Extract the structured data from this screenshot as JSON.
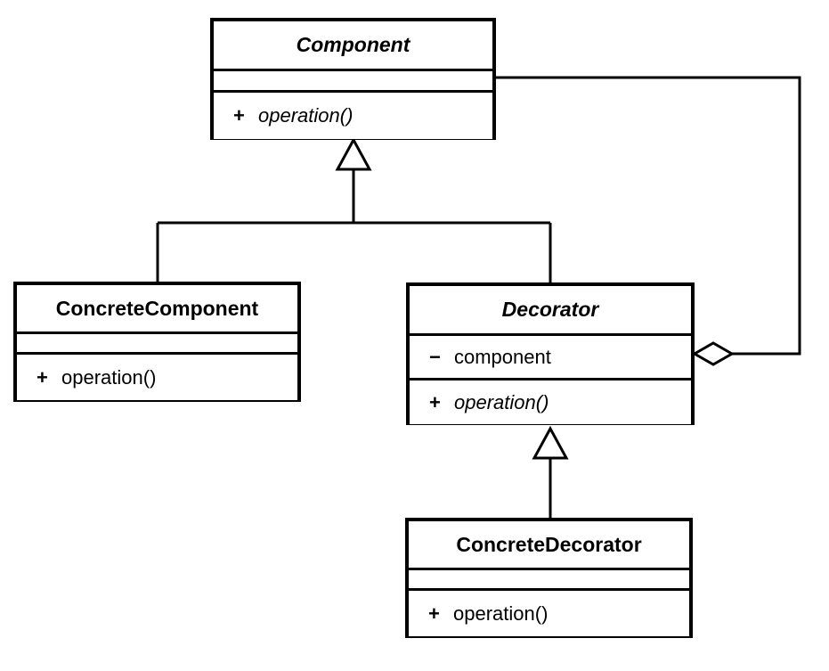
{
  "diagram": {
    "kind": "uml-class-diagram",
    "pattern": "Decorator",
    "background": "#ffffff",
    "line_color": "#000000"
  },
  "classes": {
    "component": {
      "name": "Component",
      "abstract": true,
      "attributes": [],
      "operations": [
        {
          "visibility": "+",
          "name": "operation()",
          "abstract": true
        }
      ]
    },
    "concrete_component": {
      "name": "ConcreteComponent",
      "abstract": false,
      "attributes": [],
      "operations": [
        {
          "visibility": "+",
          "name": "operation()",
          "abstract": false
        }
      ]
    },
    "decorator": {
      "name": "Decorator",
      "abstract": true,
      "attributes": [
        {
          "visibility": "−",
          "name": "component",
          "abstract": false
        }
      ],
      "operations": [
        {
          "visibility": "+",
          "name": "operation()",
          "abstract": true
        }
      ]
    },
    "concrete_decorator": {
      "name": "ConcreteDecorator",
      "abstract": false,
      "attributes": [],
      "operations": [
        {
          "visibility": "+",
          "name": "operation()",
          "abstract": false
        }
      ]
    }
  },
  "relationships": [
    {
      "id": "generalization-concrete-component",
      "type": "generalization",
      "from": "ConcreteComponent",
      "to": "Component",
      "marker": "hollow-triangle"
    },
    {
      "id": "generalization-decorator",
      "type": "generalization",
      "from": "Decorator",
      "to": "Component",
      "marker": "hollow-triangle"
    },
    {
      "id": "generalization-concrete-decorator",
      "type": "generalization",
      "from": "ConcreteDecorator",
      "to": "Decorator",
      "marker": "hollow-triangle"
    },
    {
      "id": "aggregation-decorator-component",
      "type": "aggregation",
      "from": "Decorator",
      "to": "Component",
      "marker": "hollow-diamond"
    }
  ]
}
